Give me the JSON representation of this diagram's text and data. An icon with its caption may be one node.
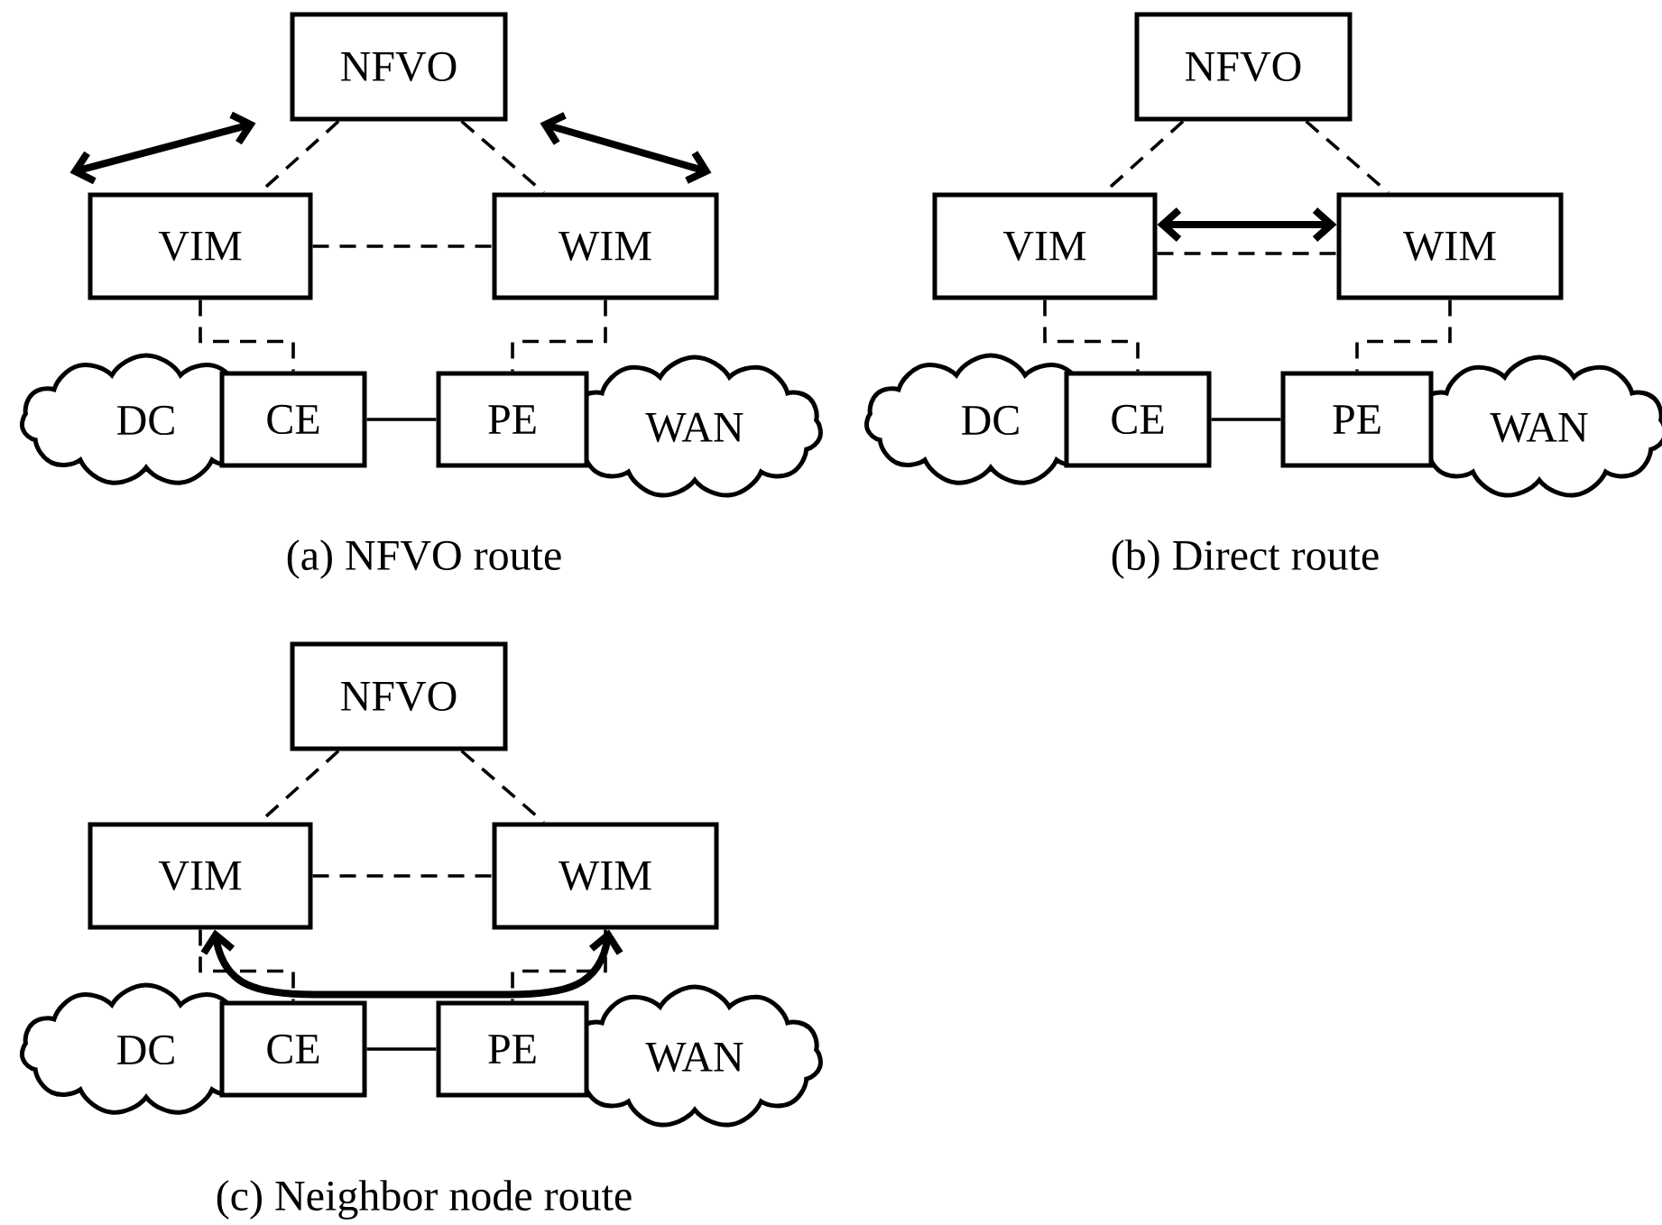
{
  "diagram": {
    "nodes": [
      {
        "text": [
          "NFVO"
        ]
      },
      {
        "text": [
          "VIM"
        ]
      },
      {
        "text": [
          "WIM"
        ]
      },
      {
        "text": [
          "DC"
        ]
      },
      {
        "text": [
          "CE"
        ]
      },
      {
        "text": [
          "PE"
        ]
      },
      {
        "text": [
          "WAN"
        ]
      },
      {
        "text": [
          "NFVO"
        ]
      },
      {
        "text": [
          "VIM"
        ]
      },
      {
        "text": [
          "WIM"
        ]
      },
      {
        "text": [
          "DC"
        ]
      },
      {
        "text": [
          "CE"
        ]
      },
      {
        "text": [
          "PE"
        ]
      },
      {
        "text": [
          "WAN"
        ]
      },
      {
        "text": [
          "NFVO"
        ]
      },
      {
        "text": [
          "VIM"
        ]
      },
      {
        "text": [
          "WIM"
        ]
      },
      {
        "text": [
          "DC"
        ]
      },
      {
        "text": [
          "CE"
        ]
      },
      {
        "text": [
          "PE"
        ]
      },
      {
        "text": [
          "WAN"
        ]
      }
    ],
    "edges": [
      {
        "from": 0,
        "to": 1,
        "arrow": "none",
        "style": "dashed"
      },
      {
        "from": 0,
        "to": 2,
        "arrow": "none",
        "style": "dashed"
      },
      {
        "from": 1,
        "to": 2,
        "arrow": "none",
        "style": "dashed"
      },
      {
        "from": 1,
        "to": 4,
        "arrow": "none",
        "style": "dashed"
      },
      {
        "from": 2,
        "to": 5,
        "arrow": "none",
        "style": "dashed"
      },
      {
        "from": 4,
        "to": 5,
        "arrow": "none"
      },
      {
        "from": 1,
        "to": 0,
        "arrow": "both",
        "style": "thick"
      },
      {
        "from": 0,
        "to": 2,
        "arrow": "both",
        "style": "thick"
      },
      {
        "from": 7,
        "to": 8,
        "arrow": "none",
        "style": "dashed"
      },
      {
        "from": 7,
        "to": 9,
        "arrow": "none",
        "style": "dashed"
      },
      {
        "from": 8,
        "to": 9,
        "arrow": "none",
        "style": "dashed"
      },
      {
        "from": 8,
        "to": 11,
        "arrow": "none",
        "style": "dashed"
      },
      {
        "from": 9,
        "to": 12,
        "arrow": "none",
        "style": "dashed"
      },
      {
        "from": 11,
        "to": 12,
        "arrow": "none"
      },
      {
        "from": 8,
        "to": 9,
        "arrow": "both",
        "style": "thick"
      },
      {
        "from": 14,
        "to": 15,
        "arrow": "none",
        "style": "dashed"
      },
      {
        "from": 14,
        "to": 16,
        "arrow": "none",
        "style": "dashed"
      },
      {
        "from": 15,
        "to": 16,
        "arrow": "none",
        "style": "dashed"
      },
      {
        "from": 15,
        "to": 18,
        "arrow": "none",
        "style": "dashed"
      },
      {
        "from": 16,
        "to": 19,
        "arrow": "none",
        "style": "dashed"
      },
      {
        "from": 18,
        "to": 19,
        "arrow": "none"
      },
      {
        "from": 15,
        "to": 16,
        "arrow": "both",
        "style": "thick"
      }
    ],
    "labels": [
      "(a) NFVO route",
      "(b) Direct route",
      "(c) Neighbor node route"
    ]
  }
}
